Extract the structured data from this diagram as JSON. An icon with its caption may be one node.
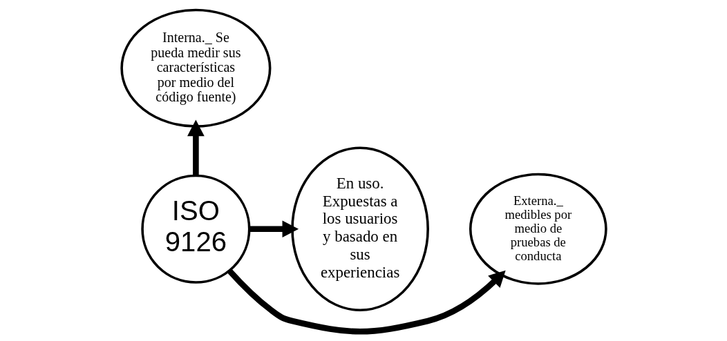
{
  "diagram": {
    "nodes": [
      {
        "text": [
          "Interna._ Se pueda medir sus características por medio del código fuente)"
        ]
      },
      {
        "text": [
          "En uso. Expuestas a los usuarios y basado en sus experiencias"
        ]
      },
      {
        "text": [
          "ISO 9126"
        ]
      },
      {
        "text": [
          "Externa._ medibles por medio de pruebas de conducta"
        ]
      }
    ],
    "edges": [
      {
        "from": 2,
        "to": 0,
        "arrow": "to"
      },
      {
        "from": 2,
        "to": 1,
        "arrow": "to"
      },
      {
        "from": 2,
        "to": 3,
        "arrow": "to"
      }
    ]
  }
}
